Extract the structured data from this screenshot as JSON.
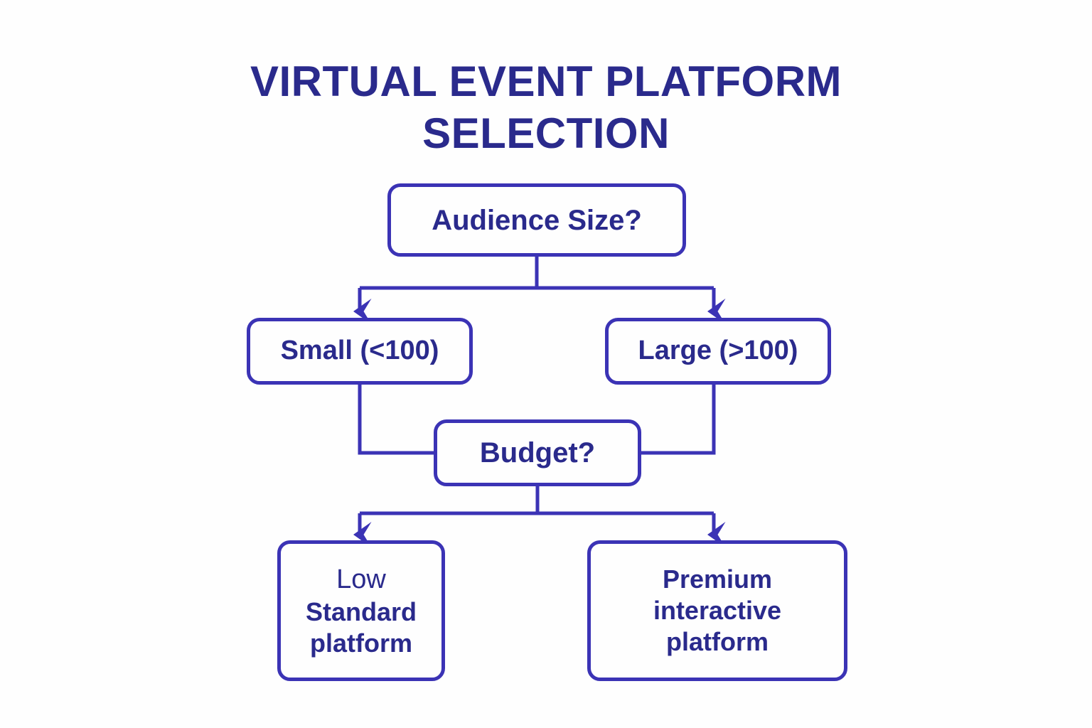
{
  "title": {
    "line1": "VIRTUAL EVENT PLATFORM",
    "line2": "SELECTION"
  },
  "colors": {
    "stroke": "#3b33b5",
    "text": "#2a2a8c",
    "background": "#fefefe"
  },
  "nodes": {
    "audience": {
      "label": "Audience Size?"
    },
    "small": {
      "label": "Small (<100)"
    },
    "large": {
      "label": "Large (>100)"
    },
    "budget": {
      "label": "Budget?"
    },
    "low": {
      "lead": "Low",
      "body_line1": "Standard",
      "body_line2": "platform"
    },
    "premium": {
      "body_line1": "Premium",
      "body_line2": "interactive",
      "body_line3": "platform"
    }
  },
  "chart_data": {
    "type": "flowchart",
    "title": "VIRTUAL EVENT PLATFORM SELECTION",
    "orientation": "top-down",
    "nodes": [
      {
        "id": "audience",
        "text": "Audience Size?",
        "role": "decision"
      },
      {
        "id": "small",
        "text": "Small (<100)",
        "role": "branch"
      },
      {
        "id": "large",
        "text": "Large (>100)",
        "role": "branch"
      },
      {
        "id": "budget",
        "text": "Budget?",
        "role": "decision"
      },
      {
        "id": "low",
        "text": "Low Standard platform",
        "role": "outcome"
      },
      {
        "id": "premium",
        "text": "Premium interactive platform",
        "role": "outcome"
      }
    ],
    "edges": [
      {
        "from": "audience",
        "to": "small",
        "style": "elbow-arrow"
      },
      {
        "from": "audience",
        "to": "large",
        "style": "elbow-arrow"
      },
      {
        "from": "small",
        "to": "budget",
        "style": "elbow"
      },
      {
        "from": "large",
        "to": "budget",
        "style": "elbow"
      },
      {
        "from": "budget",
        "to": "low",
        "style": "elbow-arrow"
      },
      {
        "from": "budget",
        "to": "premium",
        "style": "elbow-arrow"
      }
    ]
  }
}
